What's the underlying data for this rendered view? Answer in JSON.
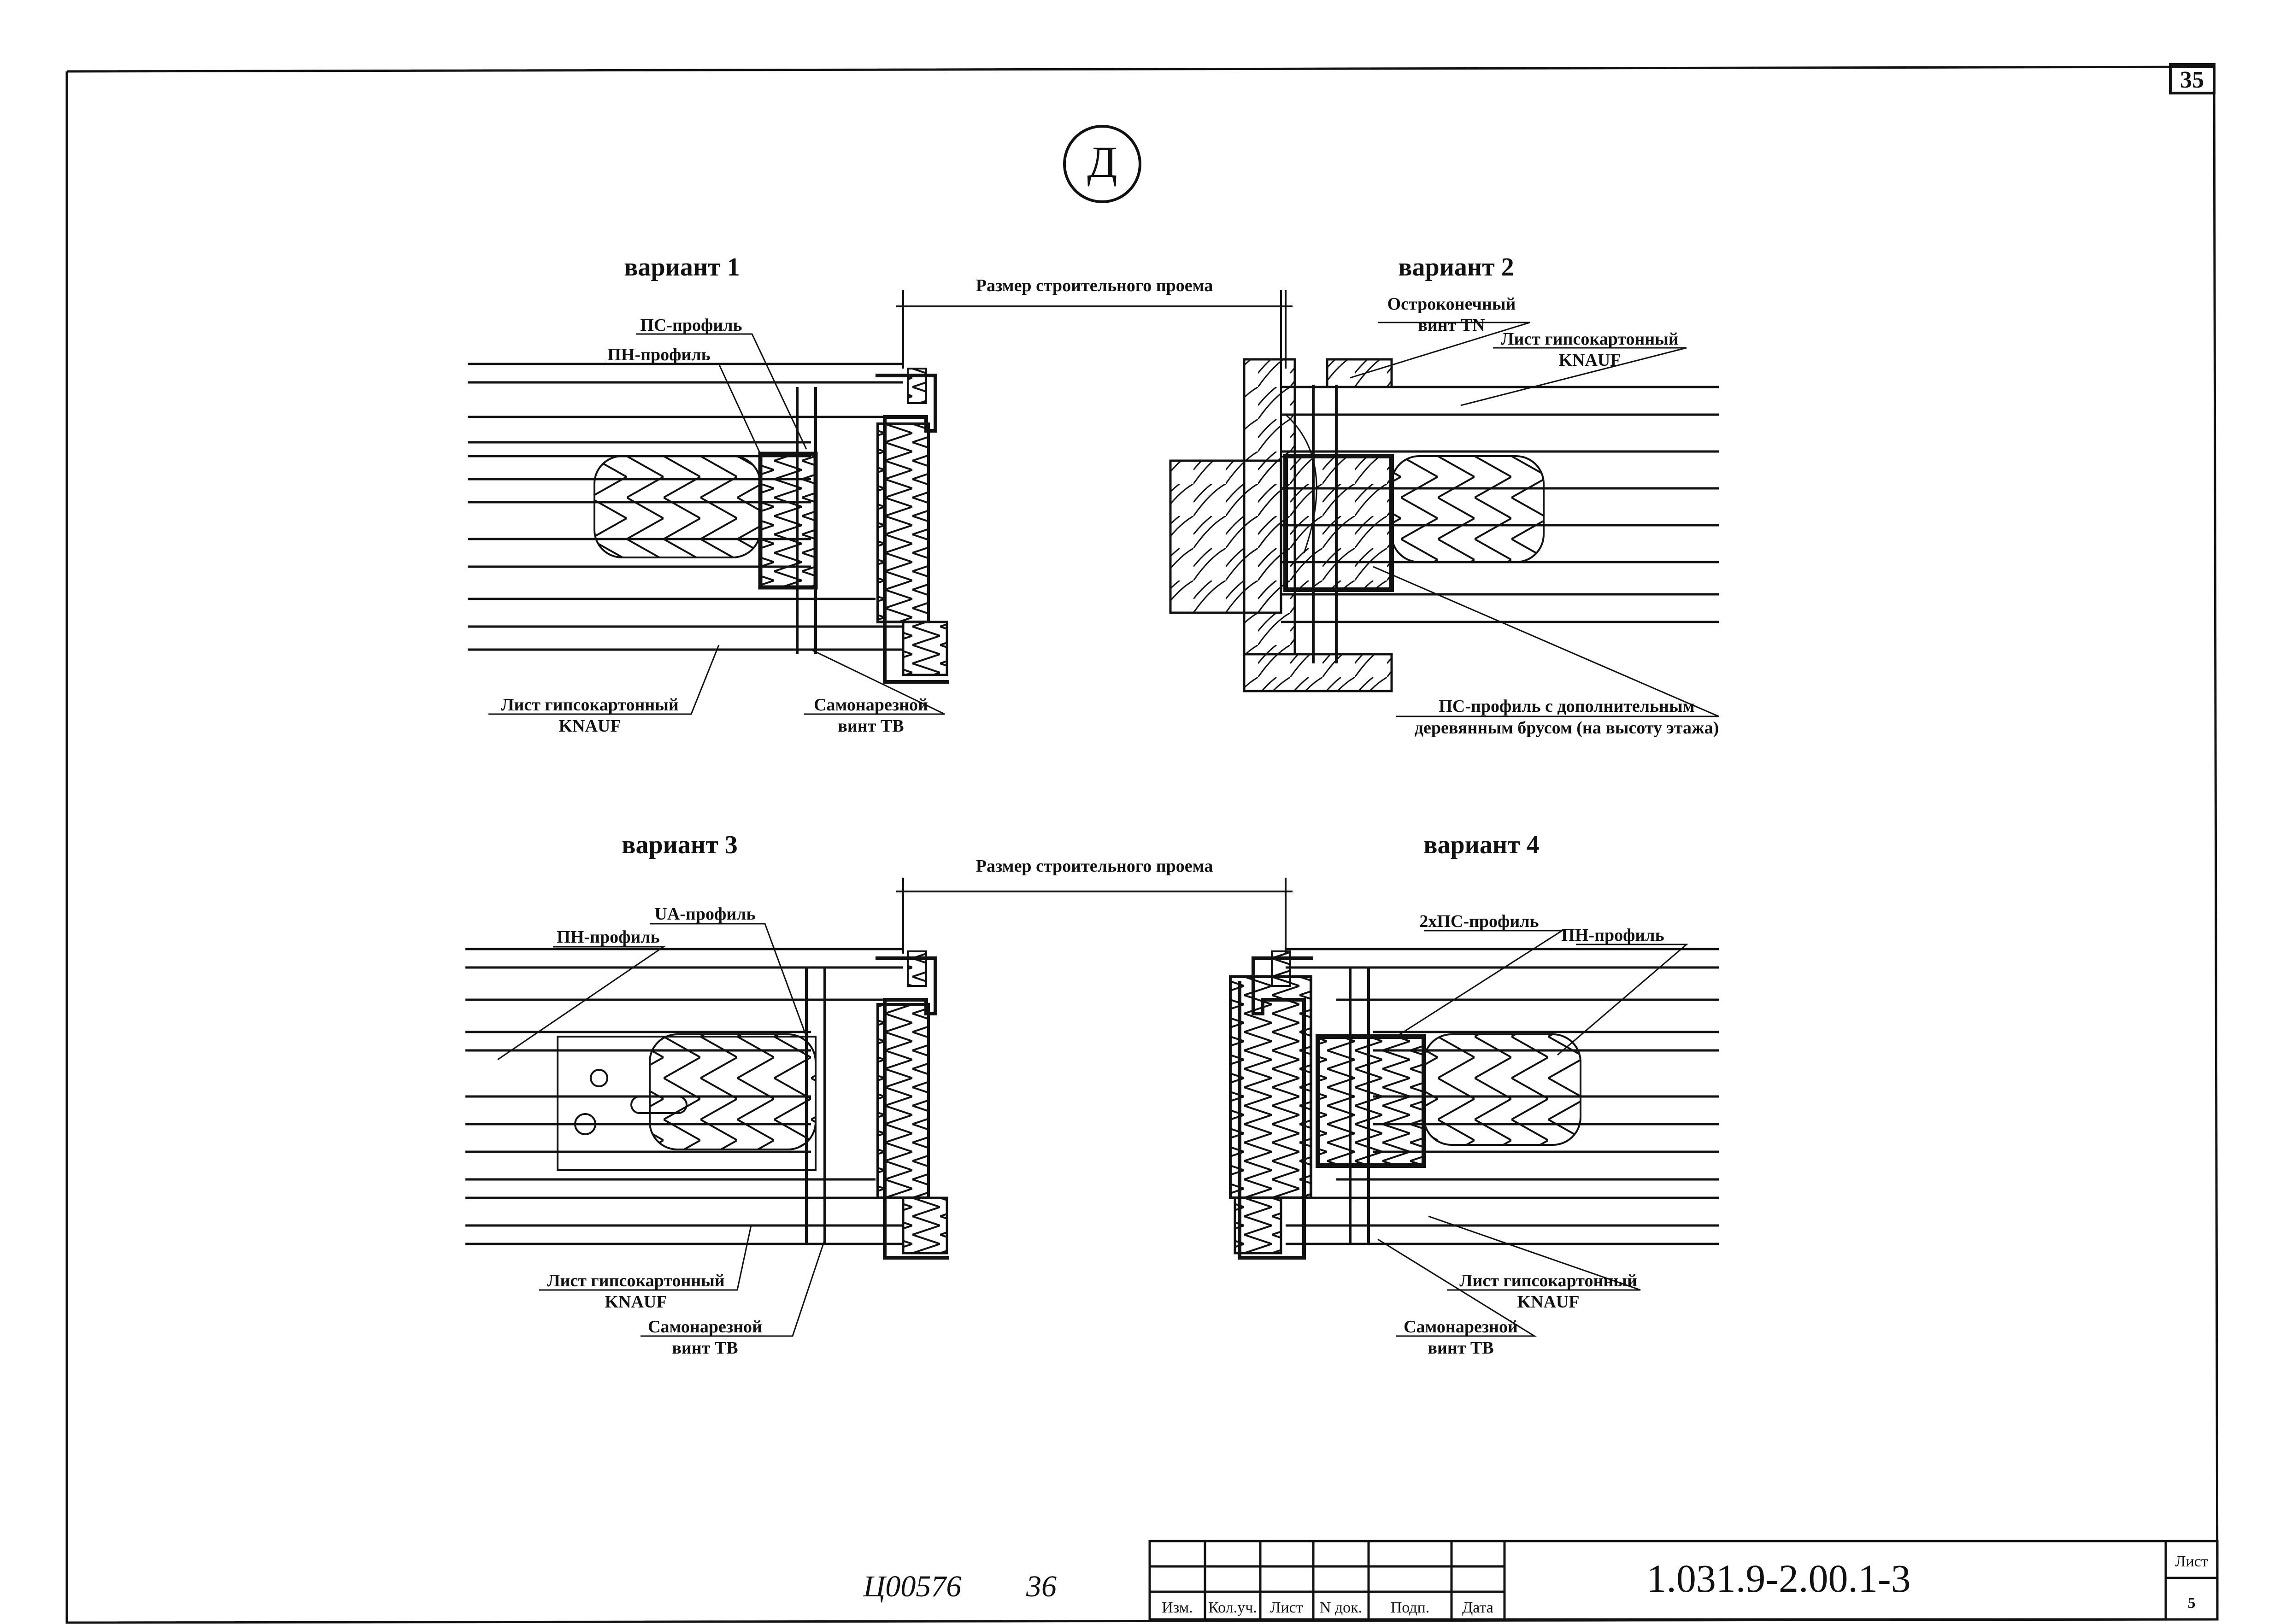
{
  "page_number": "35",
  "detail_mark": "Д",
  "opening_size_label": "Размер строительного проема",
  "variants": [
    {
      "title": "вариант 1",
      "labels": {
        "ps_profile": "ПС-профиль",
        "pn_profile": "ПН-профиль",
        "sheet_line1": "Лист гипсокартонный",
        "sheet_line2": "KNAUF",
        "screw_line1": "Самонарезной",
        "screw_line2": "винт ТВ"
      }
    },
    {
      "title": "вариант 2",
      "labels": {
        "screw_line1": "Остроконечный",
        "screw_line2": "винт TN",
        "sheet_line1": "Лист гипсокартонный",
        "sheet_line2": "KNAUF",
        "ps_line1": "ПС-профиль с дополнительным",
        "ps_line2": "деревянным брусом (на высоту этажа)"
      }
    },
    {
      "title": "вариант 3",
      "labels": {
        "ua_profile": "UA-профиль",
        "pn_profile": "ПН-профиль",
        "sheet_line1": "Лист гипсокартонный",
        "sheet_line2": "KNAUF",
        "screw_line1": "Самонарезной",
        "screw_line2": "винт ТВ"
      }
    },
    {
      "title": "вариант 4",
      "labels": {
        "ps2_profile": "2хПС-профиль",
        "pn_profile": "ПН-профиль",
        "sheet_line1": "Лист гипсокартонный",
        "sheet_line2": "KNAUF",
        "screw_line1": "Самонарезной",
        "screw_line2": "винт ТВ"
      }
    }
  ],
  "handwritten": {
    "left": "Ц00576",
    "right": "36"
  },
  "title_block": {
    "columns": [
      "Изм.",
      "Кол.уч.",
      "Лист",
      "N док.",
      "Подп.",
      "Дата"
    ],
    "document_code": "1.031.9-2.00.1-3",
    "sheet_label": "Лист",
    "sheet_number": "5"
  }
}
